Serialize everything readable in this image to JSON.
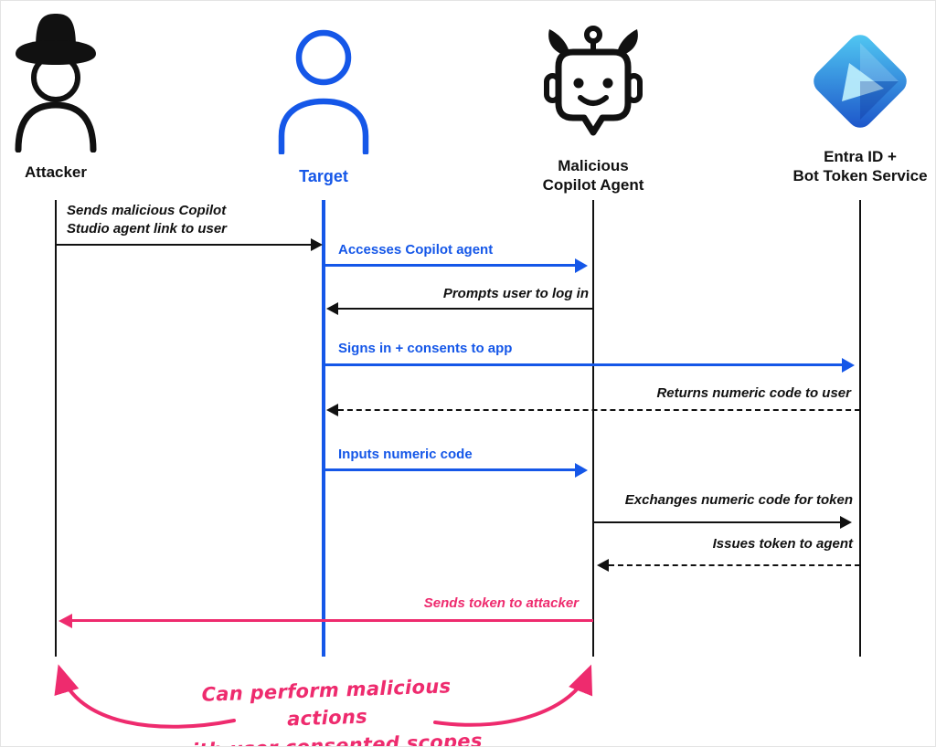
{
  "diagram_type": "sequence-diagram",
  "actors": {
    "attacker": {
      "label": "Attacker"
    },
    "target": {
      "label": "Target"
    },
    "agent": {
      "label_line1": "Malicious",
      "label_line2": "Copilot Agent"
    },
    "entra": {
      "label_line1": "Entra ID +",
      "label_line2": "Bot Token Service"
    }
  },
  "messages": [
    {
      "text": "Sends malicious Copilot Studio agent link to user",
      "from": "Attacker",
      "to": "Target",
      "line": "solid",
      "color": "black"
    },
    {
      "text": "Accesses Copilot agent",
      "from": "Target",
      "to": "Malicious Copilot Agent",
      "line": "solid",
      "color": "blue"
    },
    {
      "text": "Prompts user to log in",
      "from": "Malicious Copilot Agent",
      "to": "Target",
      "line": "solid",
      "color": "black"
    },
    {
      "text": "Signs in + consents to app",
      "from": "Target",
      "to": "Entra ID + Bot Token Service",
      "line": "solid",
      "color": "blue"
    },
    {
      "text": "Returns numeric code to user",
      "from": "Entra ID + Bot Token Service",
      "to": "Target",
      "line": "dashed",
      "color": "black"
    },
    {
      "text": "Inputs numeric code",
      "from": "Target",
      "to": "Malicious Copilot Agent",
      "line": "solid",
      "color": "blue"
    },
    {
      "text": "Exchanges numeric code for token",
      "from": "Malicious Copilot Agent",
      "to": "Entra ID + Bot Token Service",
      "line": "solid",
      "color": "black"
    },
    {
      "text": "Issues token to agent",
      "from": "Entra ID + Bot Token Service",
      "to": "Malicious Copilot Agent",
      "line": "dashed",
      "color": "black"
    },
    {
      "text": "Sends token to attacker",
      "from": "Malicious Copilot Agent",
      "to": "Attacker",
      "line": "solid",
      "color": "pink"
    }
  ],
  "annotation": {
    "line1": "Can perform malicious actions",
    "line2": "with user consented scopes"
  },
  "colors": {
    "blue": "#1557e8",
    "pink": "#ee2b6e",
    "black": "#111111"
  }
}
